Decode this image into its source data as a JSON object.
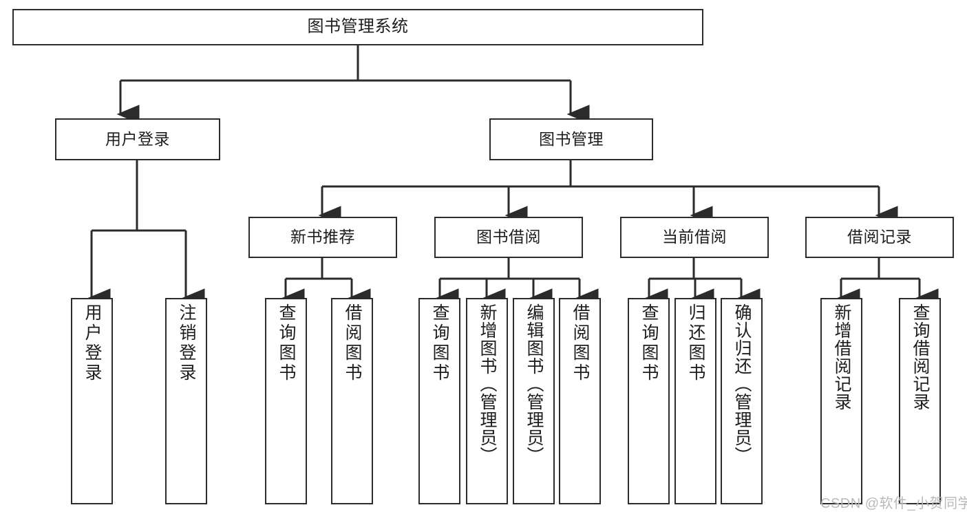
{
  "diagram": {
    "title": "图书管理系统",
    "type": "hierarchy-tree",
    "background_color": "#ffffff",
    "box_border_color": "#2b2b2b",
    "connector_color": "#2b2b2b",
    "text_color": "#1d1d1d"
  },
  "nodes": {
    "root": {
      "label": "图书管理系统",
      "level": 0
    },
    "level1": [
      {
        "id": "user-login",
        "label": "用户登录"
      },
      {
        "id": "book-manage",
        "label": "图书管理"
      }
    ],
    "level2": [
      {
        "id": "new-book-recommend",
        "label": "新书推荐",
        "parent": "book-manage"
      },
      {
        "id": "book-borrow",
        "label": "图书借阅",
        "parent": "book-manage"
      },
      {
        "id": "current-borrow",
        "label": "当前借阅",
        "parent": "book-manage"
      },
      {
        "id": "borrow-record",
        "label": "借阅记录",
        "parent": "book-manage"
      }
    ],
    "leaves": [
      {
        "id": "leaf-user-login",
        "label": "用户登录",
        "parent": "user-login"
      },
      {
        "id": "leaf-user-logout",
        "label": "注销登录",
        "parent": "user-login"
      },
      {
        "id": "leaf-query-book-1",
        "label": "查询图书",
        "parent": "new-book-recommend"
      },
      {
        "id": "leaf-borrow-book-1",
        "label": "借阅图书",
        "parent": "new-book-recommend"
      },
      {
        "id": "leaf-query-book-2",
        "label": "查询图书",
        "parent": "book-borrow"
      },
      {
        "id": "leaf-add-book",
        "label": "新增图书（管理员）",
        "parent": "book-borrow"
      },
      {
        "id": "leaf-edit-book",
        "label": "编辑图书（管理员）",
        "parent": "book-borrow"
      },
      {
        "id": "leaf-borrow-book-2",
        "label": "借阅图书",
        "parent": "book-borrow"
      },
      {
        "id": "leaf-query-book-3",
        "label": "查询图书",
        "parent": "current-borrow"
      },
      {
        "id": "leaf-return-book",
        "label": "归还图书",
        "parent": "current-borrow"
      },
      {
        "id": "leaf-confirm-return",
        "label": "确认归还（管理员）",
        "parent": "current-borrow"
      },
      {
        "id": "leaf-add-record",
        "label": "新增借阅记录",
        "parent": "borrow-record"
      },
      {
        "id": "leaf-query-record",
        "label": "查询借阅记录",
        "parent": "borrow-record"
      }
    ]
  },
  "watermark": {
    "text": "CSDN @软件_小贺同学",
    "color": "#b9b9b9"
  }
}
